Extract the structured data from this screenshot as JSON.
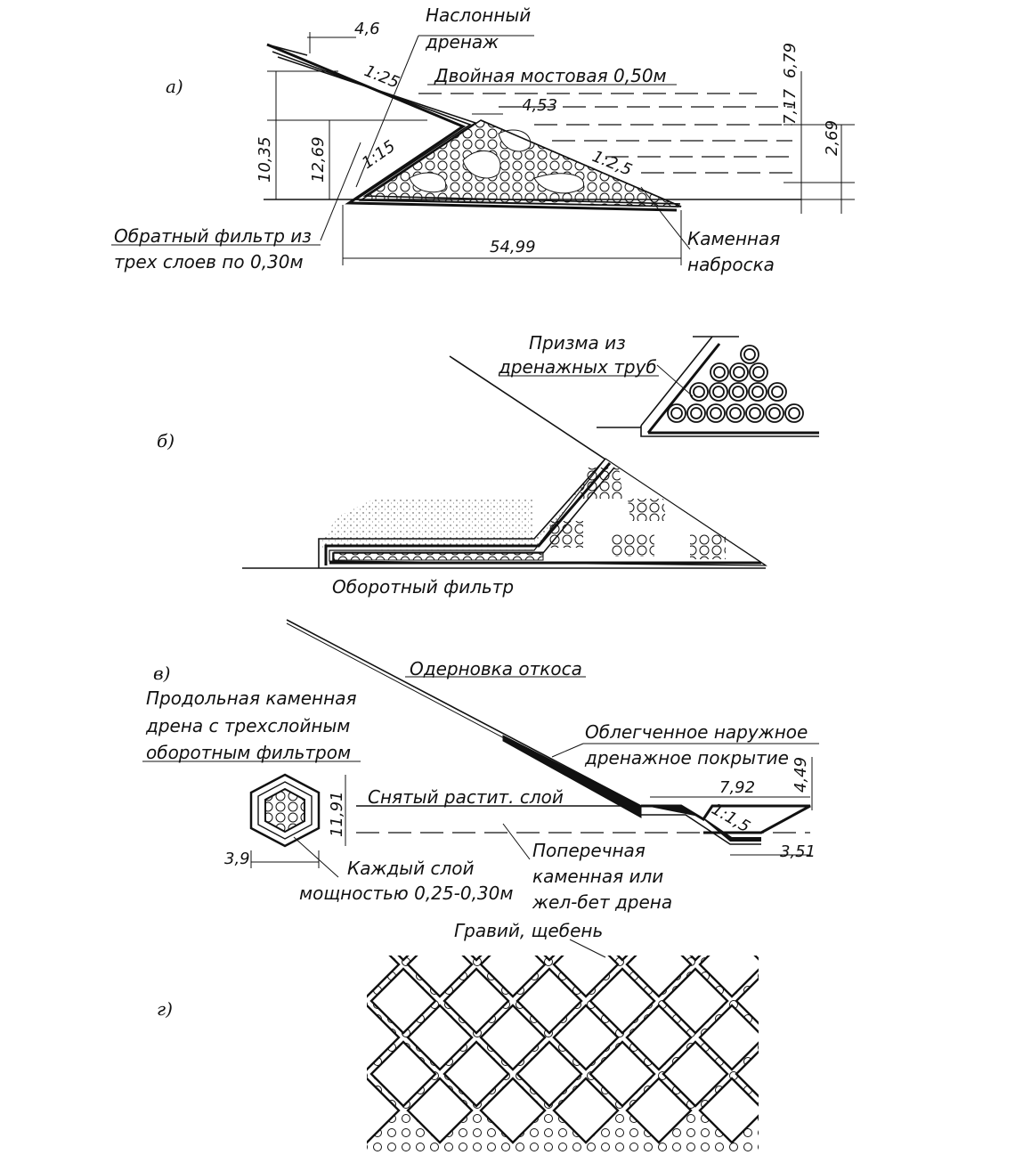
{
  "panel_a": {
    "letter": "а)",
    "label_drain_1": "Наслонный",
    "label_drain_2": "дренаж",
    "label_paving": "Двойная мостовая 0,50м",
    "label_filter_1": "Обратный фильтр из",
    "label_filter_2": "трех слоев по 0,30м",
    "label_rock_1": "Каменная",
    "label_rock_2": "наброска",
    "dim_top": "4,6",
    "dim_slope_upper": "1:25",
    "dim_berm": "4,53",
    "dim_slope_inner": "1:15",
    "dim_slope_outer": "1:2,5",
    "dim_h_total": "10,35",
    "dim_h_lower": "12,69",
    "dim_base": "54,99",
    "dim_r1": "7,17",
    "dim_r2": "6,79",
    "dim_r3": "2,69"
  },
  "panel_b": {
    "letter": "б)",
    "label_prism_1": "Призма из",
    "label_prism_2": "дренажных труб",
    "label_filter": "Оборотный фильтр"
  },
  "panel_v": {
    "letter": "в)",
    "label_turf": "Одерновка откоса",
    "label_long_1": "Продольная каменная",
    "label_long_2": "дрена с трехслойным",
    "label_long_3": "оборотным фильтром",
    "label_cover_1": "Облегченное наружное",
    "label_cover_2": "дренажное покрытие",
    "label_topsoil": "Снятый растит. слой",
    "label_layer_1": "Каждый слой",
    "label_layer_2": "мощностью 0,25-0,30м",
    "label_cross_1": "Поперечная",
    "label_cross_2": "каменная или",
    "label_cross_3": "жел-бет дрена",
    "dim_w": "3,9",
    "dim_h": "11,91",
    "dim_792": "7,92",
    "dim_449": "4,49",
    "dim_351": "3,51",
    "dim_slope": "1:1,5"
  },
  "panel_g": {
    "letter": "г)",
    "label_gravel": "Гравий, щебень"
  }
}
